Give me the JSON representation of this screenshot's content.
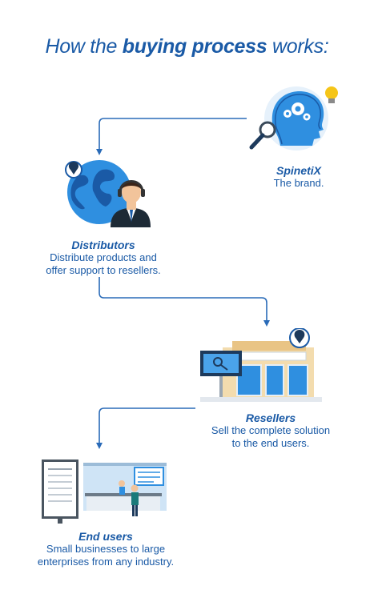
{
  "title": {
    "prefix": "How the",
    "bold": "buying process",
    "suffix": "works:"
  },
  "steps": [
    {
      "name": "SpinetiX",
      "desc": [
        "The brand."
      ]
    },
    {
      "name": "Distributors",
      "desc": [
        "Distribute products and",
        "offer support to resellers."
      ]
    },
    {
      "name": "Resellers",
      "desc": [
        "Sell the complete solution",
        "to the end users."
      ]
    },
    {
      "name": "End users",
      "desc": [
        "Small businesses to large",
        "enterprises from any industry."
      ]
    }
  ],
  "colors": {
    "accent": "#1a5aa6",
    "light_blue": "#2f8fe0",
    "line": "#2a6bb8"
  },
  "icons": [
    "brain-gears-icon",
    "globe-agent-icon",
    "store-icon",
    "office-icon"
  ]
}
